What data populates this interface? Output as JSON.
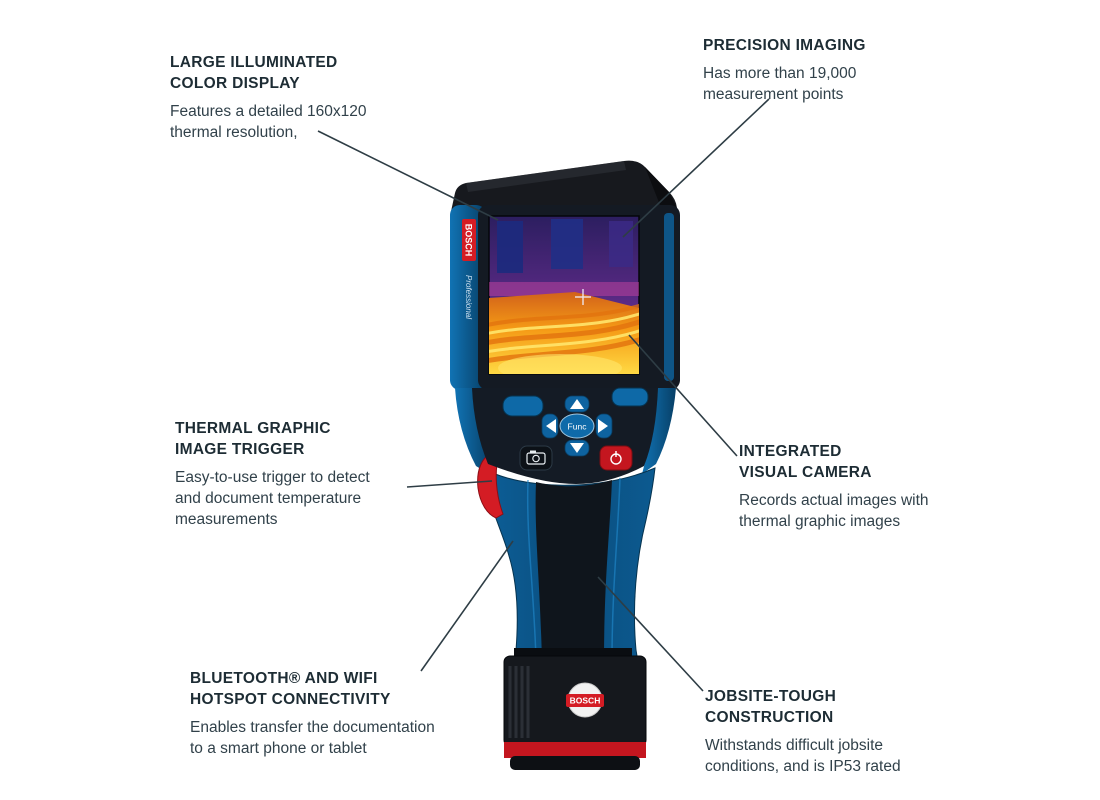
{
  "callouts": [
    {
      "id": "display",
      "title": "LARGE ILLUMINATED\nCOLOR DISPLAY",
      "body": "Features a detailed 160x120\nthermal resolution,"
    },
    {
      "id": "precision",
      "title": "PRECISION IMAGING",
      "body": "Has more than 19,000\nmeasurement points"
    },
    {
      "id": "trigger",
      "title": "THERMAL GRAPHIC\nIMAGE TRIGGER",
      "body": "Easy-to-use trigger to detect\nand document temperature\nmeasurements"
    },
    {
      "id": "camera",
      "title": "INTEGRATED\nVISUAL CAMERA",
      "body": "Records actual images with\nthermal graphic images"
    },
    {
      "id": "bluetooth",
      "title": "BLUETOOTH® AND WIFI\nHOTSPOT CONNECTIVITY",
      "body": "Enables transfer the documentation\nto a smart phone or tablet"
    },
    {
      "id": "jobsite",
      "title": "JOBSITE-TOUGH\nCONSTRUCTION",
      "body": "Withstands difficult jobsite\nconditions, and is IP53 rated"
    }
  ],
  "device": {
    "brand": "BOSCH",
    "series": "Professional",
    "func_button_label": "Func"
  },
  "colors": {
    "bosch_blue": "#0d5c92",
    "bosch_red": "#d41c24",
    "callout_line": "#2e3d45",
    "title_text": "#1d2c34",
    "body_text": "#31414a"
  }
}
